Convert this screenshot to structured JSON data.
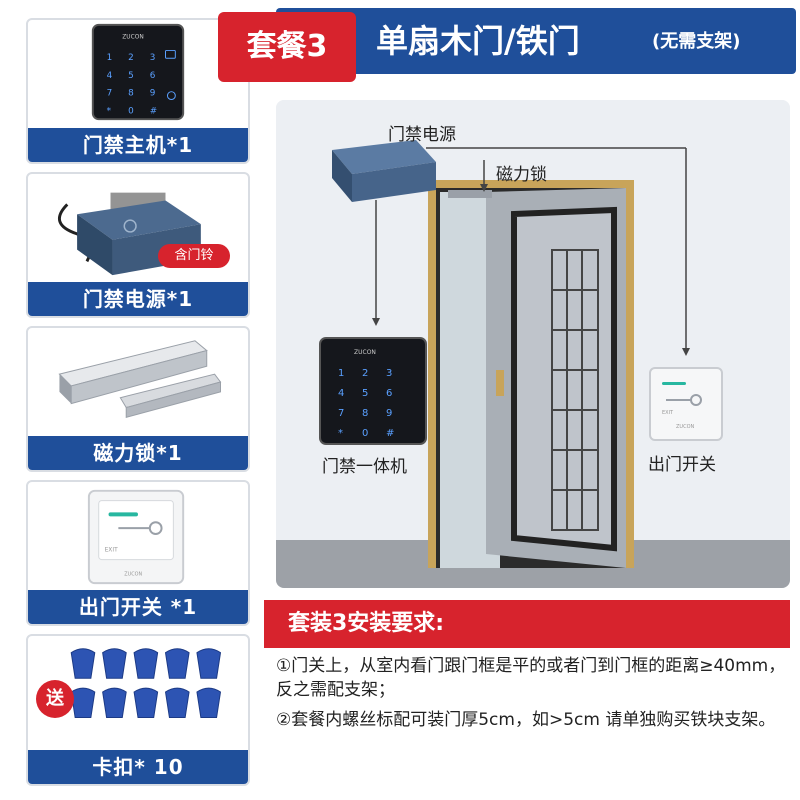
{
  "header": {
    "badge": "套餐3",
    "title": "单扇木门/铁门",
    "subtitle": "(无需支架)"
  },
  "items": [
    {
      "label": "门禁主机*1"
    },
    {
      "label": "门禁电源*1",
      "tag": "含门铃"
    },
    {
      "label": "磁力锁*1"
    },
    {
      "label": "出门开关 *1"
    },
    {
      "label": "卡扣* 10",
      "gift": "送"
    }
  ],
  "keypad": {
    "brand": "ZUCON",
    "keys": [
      "1",
      "2",
      "3",
      "4",
      "5",
      "6",
      "7",
      "8",
      "9",
      "*",
      "0",
      "#"
    ]
  },
  "exit_switch": {
    "text": "EXIT",
    "brand": "ZUCON"
  },
  "scene": {
    "power_label": "门禁电源",
    "lock_label": "磁力锁",
    "reader_label": "门禁一体机",
    "switch_label": "出门开关"
  },
  "install": {
    "title": "套装3安装要求:",
    "notes": [
      "①门关上，从室内看门跟门框是平的或者门到门框的距离≥40mm，反之需配支架；",
      "②套餐内螺丝标配可装门厚5cm，如>5cm 请单独购买铁块支架。"
    ]
  },
  "colors": {
    "brand_blue": "#1f4f9a",
    "accent_red": "#d7232d"
  }
}
